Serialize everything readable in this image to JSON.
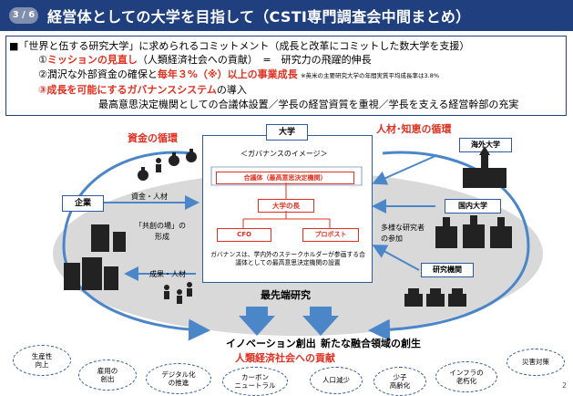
{
  "header": {
    "page_badge": "3 / 6",
    "title": "経営体としての大学を目指して（CSTI専門調査会中間まとめ）"
  },
  "points": {
    "line1": "■「世界と伍する研究大学」に求められるコミットメント（成長と改革にコミットした数大学を支援）",
    "line2_num": "①",
    "line2_red": "ミッションの見直し",
    "line2_rest": "（人類経済社会への貢献）　=　研究力の飛躍的伸長",
    "line3_a": "②潤沢な外部資金の確保と",
    "line3_red": "毎年３%（※）以上の事業成長",
    "line3_note": "※英米の主要研究大学の年間実質平均成長率は3.8%",
    "line4_num": "③",
    "line4_red": "成長を可能にするガバナンスシステム",
    "line4_rest": "の導入",
    "line5": "最高意思決定機関としての合議体設置／学長の経営資質を重視／学長を支える経営幹部の充実"
  },
  "diagram": {
    "university": "大学",
    "governance_image": "＜ガバナンスのイメージ＞",
    "council": "合議体（最高意思決定機関）",
    "president": "大学の長",
    "cfo": "CFO",
    "provost": "プロボスト",
    "caption": "ガバナンスは、学内外のステークホルダーが参画する合議体としての最高意思決定機関の設置",
    "capital_cycle": "資金の循環",
    "talent_cycle": "人材･知恵の循環",
    "overseas_univ": "海外大学",
    "domestic_univ": "国内大学",
    "research_inst": "研究機関",
    "company": "企業",
    "funds_talent": "資金・人材",
    "cocreation1": "「共創の場」の",
    "cocreation2": "形成",
    "results_talent": "成果・人材",
    "diverse1": "多様な研究者",
    "diverse2": "の参加",
    "cutting_edge": "最先端研究",
    "innovation": "イノベーション創出",
    "contribution": "人類経済社会への貢献",
    "new_field": "新たな融合領域の創生"
  },
  "clouds": [
    "生産性\n向上",
    "雇用の\n創出",
    "デジタル化\nの推進",
    "カーボン\nニュートラル",
    "人口減少",
    "少子\n高齢化",
    "インフラの\n老朽化",
    "災害対策"
  ],
  "page_number": "2",
  "colors": {
    "header": "#1f3f7f",
    "accent_red": "#e03020",
    "arrow_blue": "#4a86c8",
    "ellipse_gray": "#d9d9d9"
  },
  "icons": [
    "money-bag-icon",
    "people-icon",
    "building-icon",
    "university-icon",
    "factory-icon"
  ]
}
